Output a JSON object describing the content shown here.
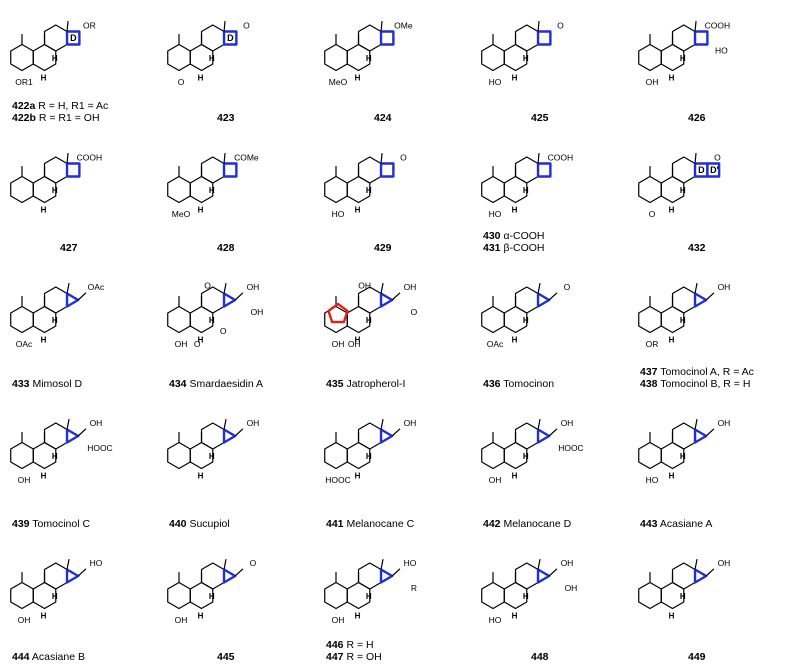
{
  "compounds": [
    {
      "id": "422",
      "lines": [
        {
          "num": "422a",
          "text": "R = H, R1 = Ac"
        },
        {
          "num": "422b",
          "text": "R = R1 = OH"
        }
      ],
      "ring": "cyclobutane",
      "ring_label": "D",
      "subs": [
        "OR",
        "OR1"
      ]
    },
    {
      "id": "423",
      "lines": [
        {
          "num": "423",
          "text": ""
        }
      ],
      "ring": "cyclobutane",
      "ring_label": "D",
      "subs": [
        "O",
        "O"
      ]
    },
    {
      "id": "424",
      "lines": [
        {
          "num": "424",
          "text": ""
        }
      ],
      "ring": "cyclobutane",
      "subs": [
        "OMe",
        "MeO"
      ]
    },
    {
      "id": "425",
      "lines": [
        {
          "num": "425",
          "text": ""
        }
      ],
      "ring": "cyclobutane",
      "subs": [
        "O",
        "HO"
      ]
    },
    {
      "id": "426",
      "lines": [
        {
          "num": "426",
          "text": ""
        }
      ],
      "ring": "cyclobutane",
      "subs": [
        "COOH",
        "OH",
        "HO"
      ]
    },
    {
      "id": "427",
      "lines": [
        {
          "num": "427",
          "text": ""
        }
      ],
      "ring": "cyclobutane",
      "subs": [
        "COOH"
      ]
    },
    {
      "id": "428",
      "lines": [
        {
          "num": "428",
          "text": ""
        }
      ],
      "ring": "cyclobutane",
      "subs": [
        "COMe",
        "MeO"
      ]
    },
    {
      "id": "429",
      "lines": [
        {
          "num": "429",
          "text": ""
        }
      ],
      "ring": "cyclobutane",
      "subs": [
        "O",
        "HO"
      ]
    },
    {
      "id": "430",
      "lines": [
        {
          "num": "430",
          "text": "α-COOH"
        },
        {
          "num": "431",
          "text": "β-COOH"
        }
      ],
      "ring": "cyclobutane",
      "subs": [
        "COOH",
        "HO"
      ]
    },
    {
      "id": "432",
      "lines": [
        {
          "num": "432",
          "text": ""
        }
      ],
      "ring": "bicyclobutane",
      "ring_label": "D",
      "ring_label2": "D'",
      "subs": [
        "O",
        "O"
      ]
    },
    {
      "id": "433",
      "lines": [
        {
          "num": "433",
          "text": "Mimosol D"
        }
      ],
      "ring": "cyclopropane",
      "subs": [
        "OAc",
        "OAc"
      ]
    },
    {
      "id": "434",
      "lines": [
        {
          "num": "434",
          "text": "Smardaesidin A"
        }
      ],
      "ring": "cyclopropane",
      "subs": [
        "OH",
        "OH",
        "OH",
        "O",
        "O",
        "O"
      ]
    },
    {
      "id": "435",
      "lines": [
        {
          "num": "435",
          "text": "Jatropherol-I"
        }
      ],
      "ring": "cyclopropane",
      "highlight": "cyclopentenone",
      "subs": [
        "OH",
        "OH",
        "O",
        "OH",
        "OH"
      ]
    },
    {
      "id": "436",
      "lines": [
        {
          "num": "436",
          "text": "Tomocinon"
        }
      ],
      "ring": "cyclopropane",
      "subs": [
        "O",
        "OAc"
      ]
    },
    {
      "id": "437",
      "lines": [
        {
          "num": "437",
          "text": "Tomocinol A, R = Ac"
        },
        {
          "num": "438",
          "text": "Tomocinol B, R = H"
        }
      ],
      "ring": "cyclopropane",
      "subs": [
        "OH",
        "OR"
      ]
    },
    {
      "id": "439",
      "lines": [
        {
          "num": "439",
          "text": "Tomocinol C"
        }
      ],
      "ring": "cyclopropane",
      "subs": [
        "OH",
        "OH",
        "HOOC"
      ]
    },
    {
      "id": "440",
      "lines": [
        {
          "num": "440",
          "text": "Sucupiol"
        }
      ],
      "ring": "cyclopropane",
      "subs": [
        "OH"
      ]
    },
    {
      "id": "441",
      "lines": [
        {
          "num": "441",
          "text": "Melanocane C"
        }
      ],
      "ring": "cyclopropane",
      "subs": [
        "OH",
        "HOOC"
      ]
    },
    {
      "id": "442",
      "lines": [
        {
          "num": "442",
          "text": "Melanocane D"
        }
      ],
      "ring": "cyclopropane",
      "subs": [
        "OH",
        "OH",
        "HOOC"
      ]
    },
    {
      "id": "443",
      "lines": [
        {
          "num": "443",
          "text": "Acasiane A"
        }
      ],
      "ring": "cyclopropane",
      "subs": [
        "OH",
        "HO"
      ]
    },
    {
      "id": "444",
      "lines": [
        {
          "num": "444",
          "text": "Acasiane B"
        }
      ],
      "ring": "cyclopropane",
      "subs": [
        "HO",
        "OH"
      ]
    },
    {
      "id": "445",
      "lines": [
        {
          "num": "445",
          "text": ""
        }
      ],
      "ring": "cyclopropane",
      "subs": [
        "O",
        "OH"
      ]
    },
    {
      "id": "446",
      "lines": [
        {
          "num": "446",
          "text": "R = H"
        },
        {
          "num": "447",
          "text": "R = OH"
        }
      ],
      "ring": "cyclopropane",
      "subs": [
        "HO",
        "OH",
        "R"
      ]
    },
    {
      "id": "448",
      "lines": [
        {
          "num": "448",
          "text": ""
        }
      ],
      "ring": "cyclopropane",
      "subs": [
        "OH",
        "HO",
        "OH"
      ]
    },
    {
      "id": "449",
      "lines": [
        {
          "num": "449",
          "text": ""
        }
      ],
      "ring": "cyclopropane",
      "subs": [
        "OH"
      ]
    }
  ],
  "atom_label": "H",
  "colors": {
    "ring_highlight": "#1f2fd6",
    "red_highlight": "#e0201a",
    "bond": "#000000"
  }
}
